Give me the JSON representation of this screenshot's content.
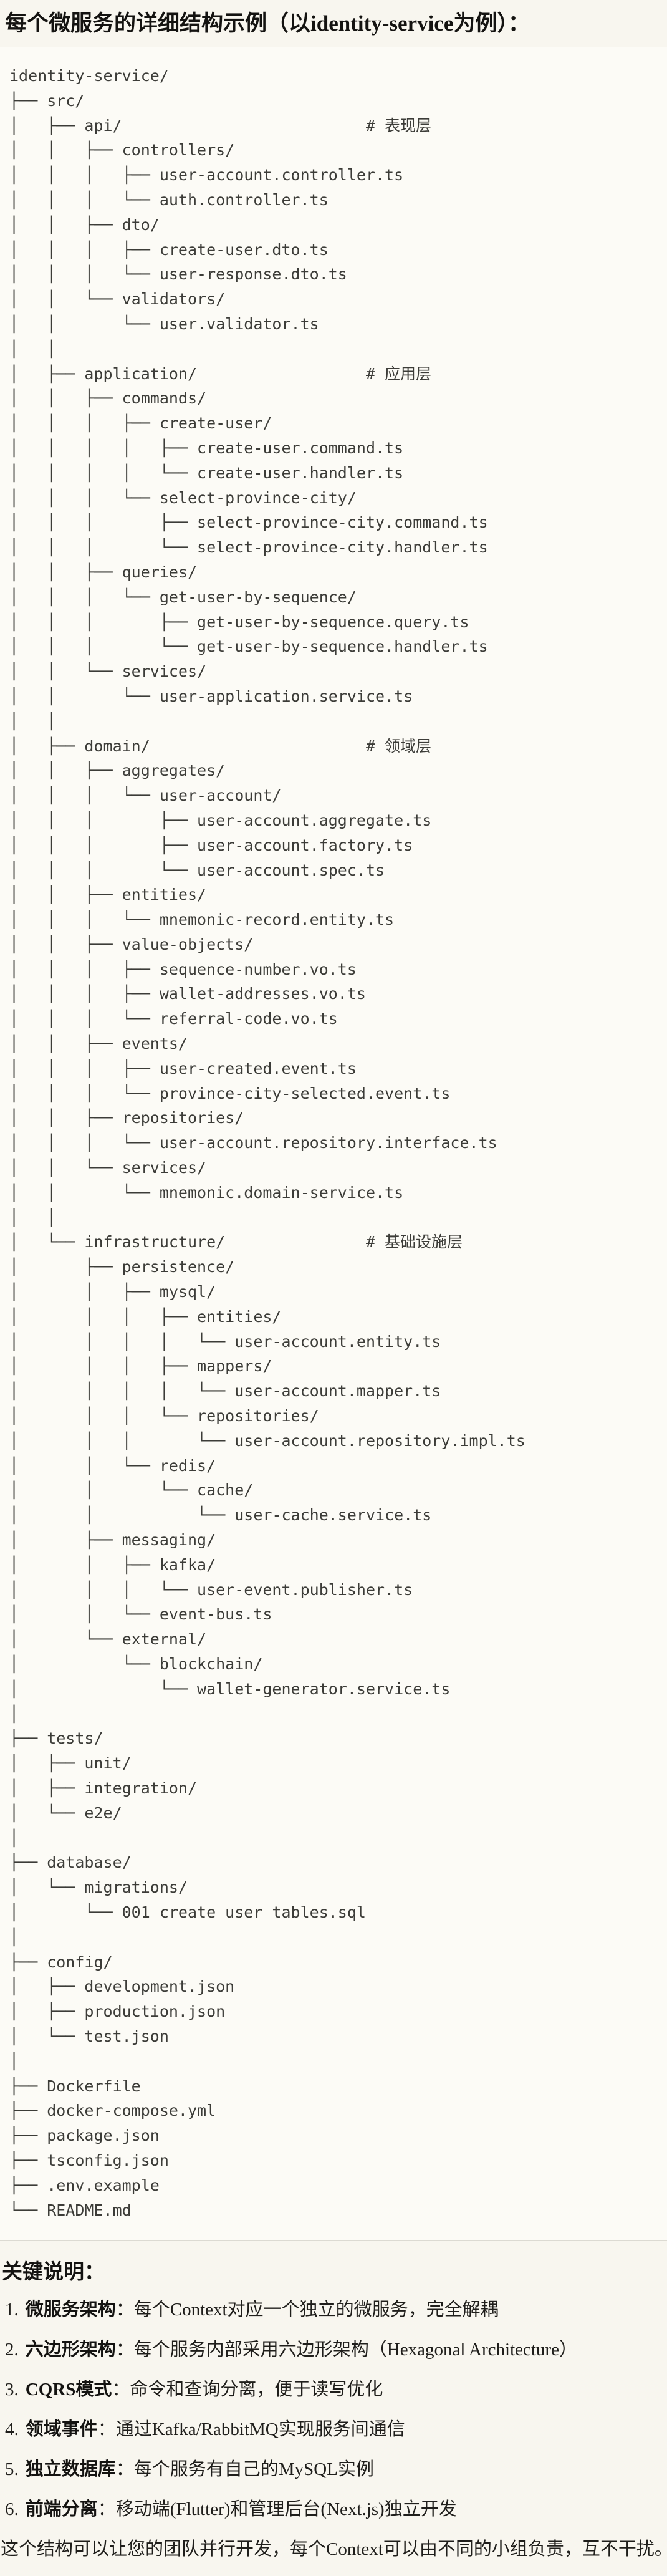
{
  "page": {
    "title": "每个微服务的详细结构示例（以identity-service为例）：",
    "colors": {
      "page_bg": "#f8f6ef",
      "code_bg": "#fcfbf6",
      "border": "#dcdad2",
      "code_text": "#3c3c38",
      "body_text": "#1f1e1b"
    }
  },
  "code_block": {
    "lines": [
      "identity-service/",
      "├── src/",
      "│   ├── api/                          # 表现层",
      "│   │   ├── controllers/",
      "│   │   │   ├── user-account.controller.ts",
      "│   │   │   └── auth.controller.ts",
      "│   │   ├── dto/",
      "│   │   │   ├── create-user.dto.ts",
      "│   │   │   └── user-response.dto.ts",
      "│   │   └── validators/",
      "│   │       └── user.validator.ts",
      "│   │",
      "│   ├── application/                  # 应用层",
      "│   │   ├── commands/",
      "│   │   │   ├── create-user/",
      "│   │   │   │   ├── create-user.command.ts",
      "│   │   │   │   └── create-user.handler.ts",
      "│   │   │   └── select-province-city/",
      "│   │   │       ├── select-province-city.command.ts",
      "│   │   │       └── select-province-city.handler.ts",
      "│   │   ├── queries/",
      "│   │   │   └── get-user-by-sequence/",
      "│   │   │       ├── get-user-by-sequence.query.ts",
      "│   │   │       └── get-user-by-sequence.handler.ts",
      "│   │   └── services/",
      "│   │       └── user-application.service.ts",
      "│   │",
      "│   ├── domain/                       # 领域层",
      "│   │   ├── aggregates/",
      "│   │   │   └── user-account/",
      "│   │   │       ├── user-account.aggregate.ts",
      "│   │   │       ├── user-account.factory.ts",
      "│   │   │       └── user-account.spec.ts",
      "│   │   ├── entities/",
      "│   │   │   └── mnemonic-record.entity.ts",
      "│   │   ├── value-objects/",
      "│   │   │   ├── sequence-number.vo.ts",
      "│   │   │   ├── wallet-addresses.vo.ts",
      "│   │   │   └── referral-code.vo.ts",
      "│   │   ├── events/",
      "│   │   │   ├── user-created.event.ts",
      "│   │   │   └── province-city-selected.event.ts",
      "│   │   ├── repositories/",
      "│   │   │   └── user-account.repository.interface.ts",
      "│   │   └── services/",
      "│   │       └── mnemonic.domain-service.ts",
      "│   │",
      "│   └── infrastructure/               # 基础设施层",
      "│       ├── persistence/",
      "│       │   ├── mysql/",
      "│       │   │   ├── entities/",
      "│       │   │   │   └── user-account.entity.ts",
      "│       │   │   ├── mappers/",
      "│       │   │   │   └── user-account.mapper.ts",
      "│       │   │   └── repositories/",
      "│       │   │       └── user-account.repository.impl.ts",
      "│       │   └── redis/",
      "│       │       └── cache/",
      "│       │           └── user-cache.service.ts",
      "│       ├── messaging/",
      "│       │   ├── kafka/",
      "│       │   │   └── user-event.publisher.ts",
      "│       │   └── event-bus.ts",
      "│       └── external/",
      "│           └── blockchain/",
      "│               └── wallet-generator.service.ts",
      "│",
      "├── tests/",
      "│   ├── unit/",
      "│   ├── integration/",
      "│   └── e2e/",
      "│",
      "├── database/",
      "│   └── migrations/",
      "│       └── 001_create_user_tables.sql",
      "│",
      "├── config/",
      "│   ├── development.json",
      "│   ├── production.json",
      "│   └── test.json",
      "│",
      "├── Dockerfile",
      "├── docker-compose.yml",
      "├── package.json",
      "├── tsconfig.json",
      "├── .env.example",
      "└── README.md"
    ]
  },
  "key_notes": {
    "heading": "关键说明：",
    "separator": "：",
    "items": [
      {
        "num": "1.",
        "label": "微服务架构",
        "desc": "每个Context对应一个独立的微服务，完全解耦"
      },
      {
        "num": "2.",
        "label": "六边形架构",
        "desc": "每个服务内部采用六边形架构（Hexagonal Architecture）"
      },
      {
        "num": "3.",
        "label": "CQRS模式",
        "desc": "命令和查询分离，便于读写优化"
      },
      {
        "num": "4.",
        "label": "领域事件",
        "desc": "通过Kafka/RabbitMQ实现服务间通信"
      },
      {
        "num": "5.",
        "label": "独立数据库",
        "desc": "每个服务有自己的MySQL实例"
      },
      {
        "num": "6.",
        "label": "前端分离",
        "desc": "移动端(Flutter)和管理后台(Next.js)独立开发"
      }
    ]
  },
  "closing_note": "这个结构可以让您的团队并行开发，每个Context可以由不同的小组负责，互不干扰。"
}
